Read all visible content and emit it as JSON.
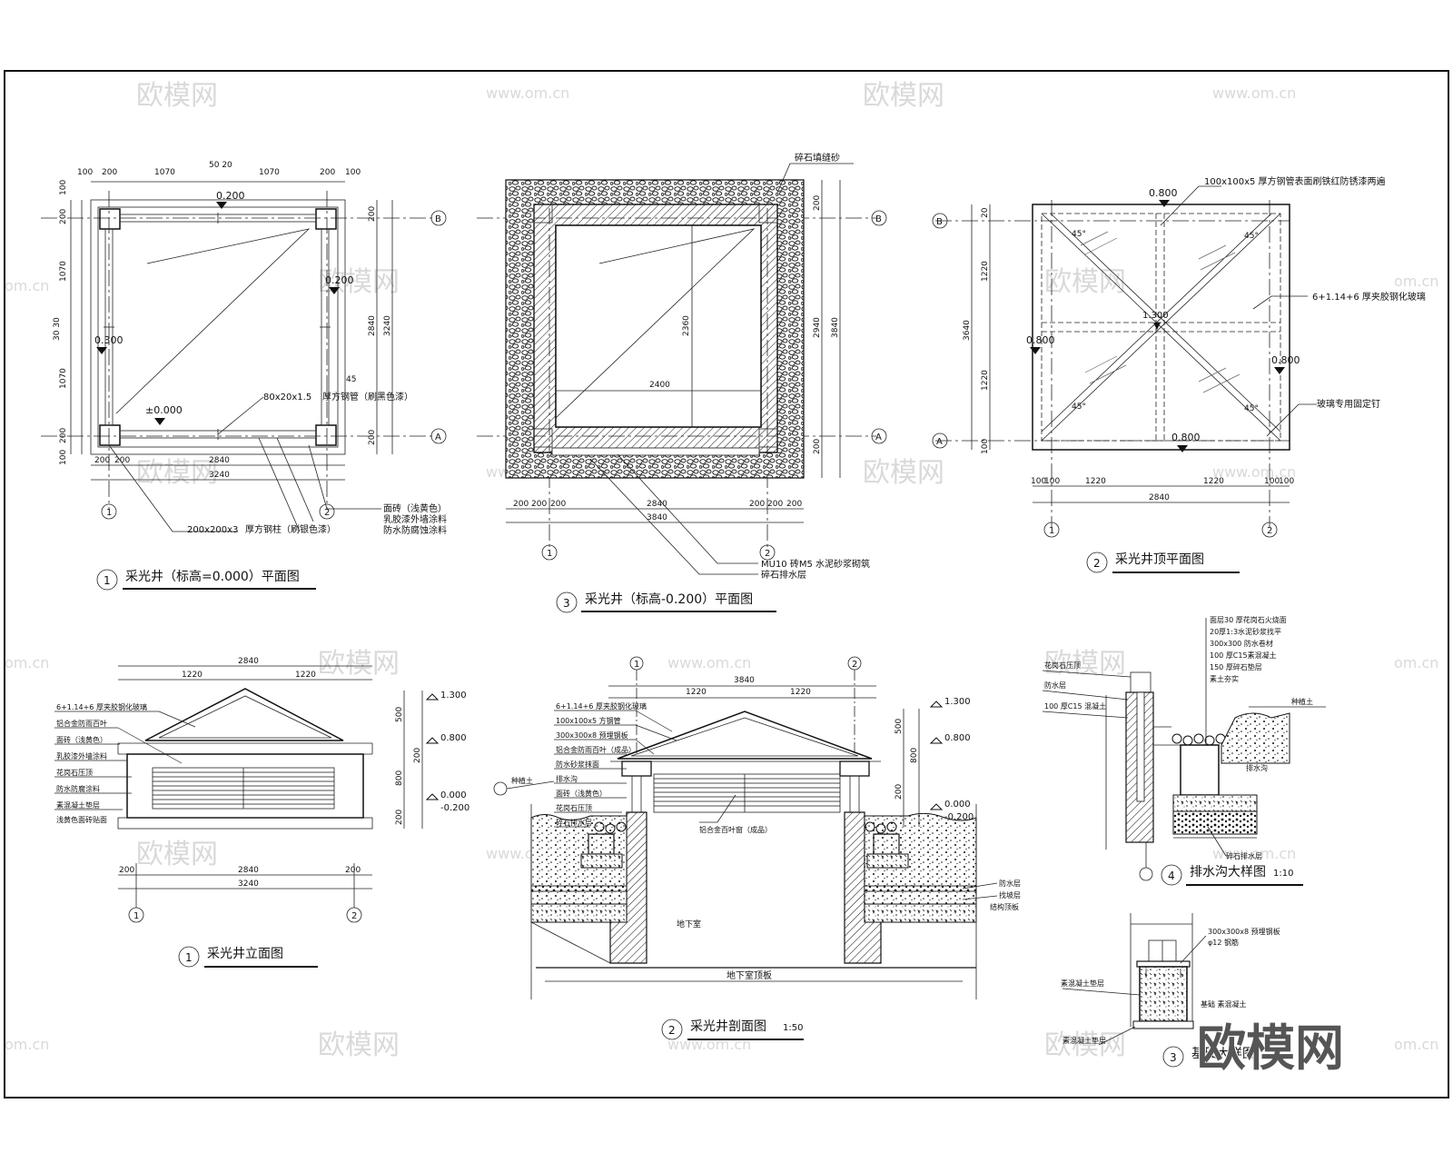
{
  "watermarks": {
    "brand": "欧模网",
    "url": "www.om.cn",
    "url_short": "om.cn",
    "big_logo": "欧模网"
  },
  "views": {
    "v1": {
      "num": "1",
      "title": "采光井（标高=0.000）平面图"
    },
    "v2": {
      "num": "3",
      "title": "采光井（标高-0.200）平面图"
    },
    "v3": {
      "num": "2",
      "title": "采光井顶平面图"
    },
    "v4": {
      "num": "1",
      "title": "采光井立面图"
    },
    "v5": {
      "num": "2",
      "title": "采光井剖面图",
      "scale": "1:50"
    },
    "v6": {
      "num": "4",
      "title": "排水沟大样图",
      "scale": "1:10"
    },
    "v7": {
      "num": "3",
      "title": "基础大样图"
    }
  },
  "axes": {
    "A": "A",
    "B": "B",
    "one": "1",
    "two": "2"
  },
  "plan1": {
    "dims_top": [
      "100",
      "200",
      "1070",
      "50 20",
      "1070",
      "200",
      "100"
    ],
    "dims_bottom": [
      "200",
      "200",
      "2840",
      "3240"
    ],
    "dims_left": [
      "100",
      "200",
      "1070",
      "30 30",
      "1070",
      "200",
      "100"
    ],
    "dims_right": [
      "200",
      "200",
      "2840",
      "3240"
    ],
    "elev_top": "0.200",
    "elev_right": "0.200",
    "elev_left": "0.300",
    "elev_center": "±0.000",
    "note_tube": "80x20x1.5",
    "note_rail": "厚方钢管（刷黑色漆）",
    "note_col": "200x200x3",
    "note_col2": "厚方钢柱（刷银色漆）",
    "note_45": "45",
    "notes_bottom": [
      "面砖（浅黄色）",
      "乳胶漆外墙涂料",
      "防水防腐蚀涂料"
    ]
  },
  "plan2": {
    "dims_bottom": [
      "200",
      "200",
      "200",
      "2840",
      "200",
      "200",
      "200",
      "3840"
    ],
    "dims_right": [
      "200",
      "200",
      "2940",
      "3840"
    ],
    "dim_inner_h": "2400",
    "dim_inner_v": "2360",
    "note_top": "碎石填缝砂",
    "note_bottom1": "MU10 砖M5 水泥砂浆砌筑",
    "note_bottom2": "碎石排水层"
  },
  "plan3": {
    "elev_top": "0.800",
    "elev_center": "1.300",
    "elev_left": "0.800",
    "elev_right": "0.800",
    "elev_bottom": "0.800",
    "note_top": "100x100x5 厚方钢管表面刷铁红防锈漆两遍",
    "note_right": "6+1.14+6 厚夹胶钢化玻璃",
    "note_right2": "玻璃专用固定钉",
    "dims_left": [
      "20",
      "1220",
      "3640",
      "1220",
      "100"
    ],
    "dims_bottom": [
      "100",
      "100",
      "1220",
      "1220",
      "100",
      "100",
      "2840"
    ],
    "angle": "45°"
  },
  "elevation": {
    "dims_top": [
      "2840",
      "1220",
      "1220"
    ],
    "dims_bottom": [
      "200",
      "2840",
      "200",
      "3240"
    ],
    "levels": [
      "1.300",
      "0.800",
      "0.000",
      "-0.200"
    ],
    "dims_right": [
      "500",
      "800",
      "200",
      "200"
    ],
    "notes_left": [
      "6+1.14+6 厚夹胶钢化玻璃",
      "铝合金防雨百叶",
      "面砖（浅黄色）",
      "乳胶漆外墙涂料",
      "花岗石压顶",
      "防水防腐涂料",
      "素混凝土垫层",
      "浅黄色面砖贴面"
    ]
  },
  "section": {
    "dims_top": [
      "1220",
      "3840",
      "1220"
    ],
    "levels": [
      "1.300",
      "0.800",
      "0.000",
      "-0.200"
    ],
    "dims_right": [
      "500",
      "800",
      "200"
    ],
    "notes_left": [
      "6+1.14+6 厚夹胶钢化玻璃",
      "100x100x5 方钢管",
      "300x300x8 预埋钢板",
      "铝合金防雨百叶（成品）",
      "防水砂浆抹面",
      "排水沟",
      "面砖（浅黄色）",
      "花岗石压顶",
      "碎石排水层"
    ],
    "note_left_circle": "种植土",
    "note_center": "铝合金百叶窗（成品）",
    "note_bottom": "地下室顶板",
    "note_bottom2": "地下室",
    "note_right": [
      "防水层",
      "找坡层",
      "结构顶板"
    ]
  },
  "drain": {
    "notes_top": [
      "面层30 厚花岗石火烧面",
      "20厚1:3水泥砂浆找平",
      "300x300 防水卷材",
      "100 厚C15素混凝土",
      "150 厚碎石垫层",
      "素土夯实"
    ],
    "notes_left": [
      "花岗石压顶",
      "防水层",
      "100 厚C15 混凝土"
    ],
    "notes_right": [
      "种植土",
      "排水沟"
    ],
    "note_bottom": "碎石排水层"
  },
  "foundation": {
    "notes_left": [
      "素混凝土垫层"
    ],
    "notes_right": [
      "300x300x8 预埋钢板",
      "φ12 钢筋",
      "基础 素混凝土"
    ],
    "note_bottom": "素混凝土垫层"
  }
}
